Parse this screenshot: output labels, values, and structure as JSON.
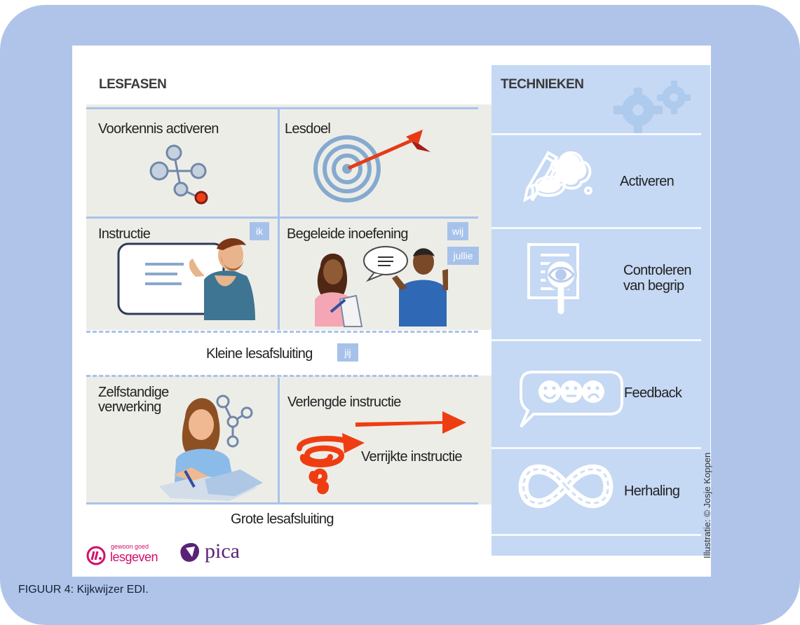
{
  "colors": {
    "outer_background": "#b0c4ea",
    "card_background": "#ffffff",
    "phase_background": "#edede8",
    "technieken_background": "#c5d8f4",
    "accent_red": "#e63b15",
    "line_blue": "#a9c3ea",
    "tag_blue": "#a7c2ea",
    "icon_blue": "#5f7e9f",
    "logo_pink": "#d10f6b",
    "pica_purple": "#5a2376"
  },
  "diagram": {
    "lesfasen_heading": "LESFASEN",
    "technieken_heading": "TECHNIEKEN",
    "phases": {
      "voorkennis": "Voorkennis activeren",
      "lesdoel": "Lesdoel",
      "instructie": "Instructie",
      "instructie_tag": "ik",
      "begeleide": "Begeleide inoefening",
      "begeleide_tags": [
        "wij",
        "jullie"
      ],
      "kleine": "Kleine lesafsluiting",
      "kleine_tag": "jij",
      "zelfstandige_line1": "Zelfstandige",
      "zelfstandige_line2": "verwerking",
      "verlengde": "Verlengde instructie",
      "verrijkte": "Verrijkte instructie",
      "grote": "Grote lesafsluiting"
    },
    "technieken": [
      {
        "label": "Activeren",
        "icon": "pencil-thought-bubble-icon"
      },
      {
        "label_line1": "Controleren",
        "label_line2": "van begrip",
        "icon": "document-eye-magnifier-icon"
      },
      {
        "label": "Feedback",
        "icon": "feedback-faces-icon"
      },
      {
        "label": "Herhaling",
        "icon": "infinity-loop-icon"
      }
    ],
    "icons": {
      "voorkennis": "network-nodes-icon",
      "lesdoel": "target-arrow-icon",
      "instructie": "teacher-board-icon",
      "begeleide": "guided-practice-people-icon",
      "zelfstandige": "student-working-icon",
      "verlengde": "extended-arrow-icon",
      "verrijkte": "spiral-arrow-icon",
      "technieken": "gears-icon"
    },
    "logos": {
      "gewoon_goed_top": "gewoon goed",
      "gewoon_goed_bottom": "lesgeven",
      "pica": "pica"
    },
    "credit": "Illustratie: © Josje Koppen"
  },
  "caption": "FIGUUR 4: Kijkwijzer EDI."
}
